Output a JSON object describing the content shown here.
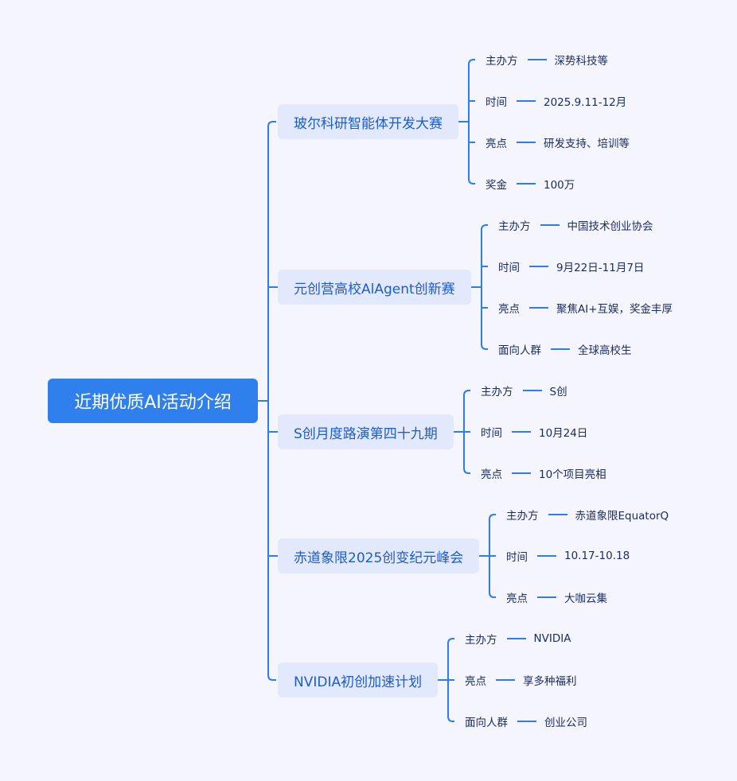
{
  "root": {
    "title": "近期优质AI活动介绍"
  },
  "colors": {
    "line": "#2f7cf0",
    "root_bg": "#2f80ed",
    "branch_bg": "#e2e9fc",
    "branch_text": "#1d5ccc",
    "leaf_text": "#1b2b5e",
    "background": "#f4f5fd"
  },
  "branches": [
    {
      "title": "玻尔科研智能体开发大赛",
      "items": [
        {
          "label": "主办方",
          "value": "深势科技等"
        },
        {
          "label": "时间",
          "value": "2025.9.11-12月"
        },
        {
          "label": "亮点",
          "value": "研发支持、培训等"
        },
        {
          "label": "奖金",
          "value": "100万"
        }
      ]
    },
    {
      "title": "元创营高校AlAgent创新赛",
      "items": [
        {
          "label": "主办方",
          "value": "中国技术创业协会"
        },
        {
          "label": "时间",
          "value": "9月22日-11月7日"
        },
        {
          "label": "亮点",
          "value": "聚焦AI+互娱，奖金丰厚"
        },
        {
          "label": "面向人群",
          "value": "全球高校生"
        }
      ]
    },
    {
      "title": "S创月度路演第四十九期",
      "items": [
        {
          "label": "主办方",
          "value": "S创"
        },
        {
          "label": "时间",
          "value": "10月24日"
        },
        {
          "label": "亮点",
          "value": "10个项目亮相"
        }
      ]
    },
    {
      "title": "赤道象限2025创变纪元峰会",
      "items": [
        {
          "label": "主办方",
          "value": "赤道象限EquatorQ"
        },
        {
          "label": "时间",
          "value": "10.17-10.18"
        },
        {
          "label": "亮点",
          "value": "大咖云集"
        }
      ]
    },
    {
      "title": "NVIDIA初创加速计划",
      "items": [
        {
          "label": "主办方",
          "value": "NVIDIA"
        },
        {
          "label": "亮点",
          "value": "享多种福利"
        },
        {
          "label": "面向人群",
          "value": "创业公司"
        }
      ]
    }
  ]
}
